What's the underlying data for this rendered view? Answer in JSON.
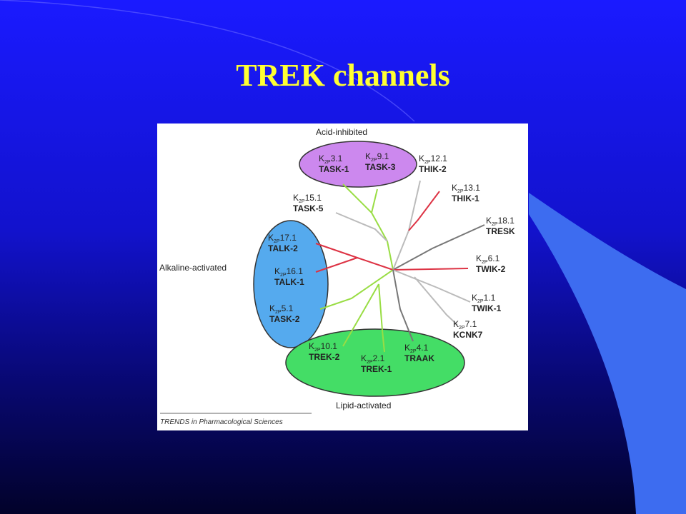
{
  "slide": {
    "title": "TREK channels",
    "colors": {
      "title": "#ffff33",
      "accent": "#3366ff"
    }
  },
  "figure": {
    "groups": {
      "acid": "Acid-inhibited",
      "alkaline": "Alkaline-activated",
      "lipid": "Lipid-activated"
    },
    "channels": [
      {
        "id": "k2p3",
        "sub": "3.1",
        "name": "TASK-1"
      },
      {
        "id": "k2p9",
        "sub": "9.1",
        "name": "TASK-3"
      },
      {
        "id": "k2p12",
        "sub": "12.1",
        "name": "THIK-2"
      },
      {
        "id": "k2p13",
        "sub": "13.1",
        "name": "THIK-1"
      },
      {
        "id": "k2p18",
        "sub": "18.1",
        "name": "TRESK"
      },
      {
        "id": "k2p6",
        "sub": "6.1",
        "name": "TWIK-2"
      },
      {
        "id": "k2p1",
        "sub": "1.1",
        "name": "TWIK-1"
      },
      {
        "id": "k2p7",
        "sub": "7.1",
        "name": "KCNK7"
      },
      {
        "id": "k2p15",
        "sub": "15.1",
        "name": "TASK-5"
      },
      {
        "id": "k2p17",
        "sub": "17.1",
        "name": "TALK-2"
      },
      {
        "id": "k2p16",
        "sub": "16.1",
        "name": "TALK-1"
      },
      {
        "id": "k2p5",
        "sub": "5.1",
        "name": "TASK-2"
      },
      {
        "id": "k2p10",
        "sub": "10.1",
        "name": "TREK-2"
      },
      {
        "id": "k2p2",
        "sub": "2.1",
        "name": "TREK-1"
      },
      {
        "id": "k2p4",
        "sub": "4.1",
        "name": "TRAAK"
      }
    ],
    "k_letter": "K",
    "k_subscript": "2P",
    "credit": "TRENDS in Pharmacological Sciences",
    "colors": {
      "acid_fill": "#cc88ee",
      "alkaline_fill": "#55aaee",
      "lipid_fill": "#44dd66",
      "branch_green": "#99dd44",
      "branch_red": "#dd3344",
      "branch_gray": "#999999"
    }
  }
}
